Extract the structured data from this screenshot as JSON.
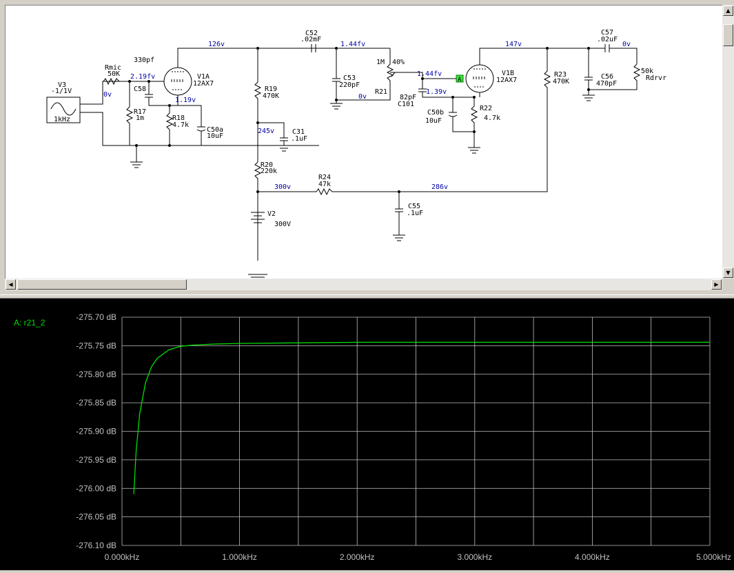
{
  "schematic": {
    "components": {
      "v3": {
        "name": "V3",
        "value": "-1/1V",
        "freq": "1kHz"
      },
      "rmic": {
        "name": "Rmic",
        "value": "50K"
      },
      "c_330": {
        "value": "330pf"
      },
      "c58": {
        "name": "C58"
      },
      "r17": {
        "name": "R17",
        "value": "1m"
      },
      "r18": {
        "name": "R18",
        "value": "4.7k"
      },
      "c50a": {
        "name": "C50a",
        "value": "10uF"
      },
      "v1a": {
        "name": "V1A",
        "type": "12AX7"
      },
      "r19": {
        "name": "R19",
        "value": "470K"
      },
      "c31": {
        "name": "C31",
        "value": ".1uF"
      },
      "r20": {
        "name": "R20",
        "value": "220k"
      },
      "v2": {
        "name": "V2",
        "value": "300V"
      },
      "c52": {
        "name": "C52",
        "value": ".02mF"
      },
      "c53": {
        "name": "C53",
        "value": "220pF"
      },
      "r21": {
        "name": "R21",
        "value": "1M",
        "wiper": "40%"
      },
      "c101": {
        "name": "C101",
        "value": "82pF"
      },
      "c50b": {
        "name": "C50b",
        "value": "10uF"
      },
      "r22": {
        "name": "R22",
        "value": "4.7k"
      },
      "v1b": {
        "name": "V1B",
        "type": "12AX7"
      },
      "r23": {
        "name": "R23",
        "value": "470K"
      },
      "r24": {
        "name": "R24",
        "value": "47k"
      },
      "c55": {
        "name": "C55",
        "value": ".1uF"
      },
      "c57": {
        "name": "C57",
        "value": ".02uF"
      },
      "c56": {
        "name": "C56",
        "value": "470pF"
      },
      "rdrvr": {
        "name": "Rdrvr",
        "value": "50k"
      }
    },
    "node_voltages": {
      "v3_out": "0v",
      "grid_v1a": "2.19fv",
      "plate_v1a": "126v",
      "cathode_v1a": "1.19v",
      "r19_r20": "245v",
      "supply": "300v",
      "c52_out": "1.44fv",
      "r21_low": "0v",
      "grid_v1b": "1.44fv",
      "cathode_v1b": "1.39v",
      "plate_v1b": "147v",
      "b_plus_2": "286v",
      "output": "0v"
    },
    "probe_label": "A"
  },
  "scope": {
    "trace_label": "A: r21_2",
    "y_ticks": [
      "-275.70 dB",
      "-275.75 dB",
      "-275.80 dB",
      "-275.85 dB",
      "-275.90 dB",
      "-275.95 dB",
      "-276.00 dB",
      "-276.05 dB",
      "-276.10 dB"
    ],
    "x_ticks": [
      "0.000kHz",
      "1.000kHz",
      "2.000kHz",
      "3.000kHz",
      "4.000kHz",
      "5.000kHz"
    ],
    "trace_color": "#00e000",
    "grid_color": "#c0c0c0"
  },
  "chart_data": {
    "type": "line",
    "title": "",
    "xlabel": "",
    "ylabel": "",
    "xlim": [
      0,
      5
    ],
    "ylim": [
      -276.1,
      -275.7
    ],
    "series": [
      {
        "name": "A: r21_2",
        "x": [
          0.1,
          0.12,
          0.15,
          0.2,
          0.25,
          0.3,
          0.4,
          0.5,
          0.6,
          0.8,
          1.0,
          1.5,
          2.0,
          3.0,
          4.0,
          5.0
        ],
        "y": [
          -276.01,
          -275.935,
          -275.87,
          -275.815,
          -275.787,
          -275.772,
          -275.757,
          -275.751,
          -275.749,
          -275.747,
          -275.746,
          -275.745,
          -275.744,
          -275.744,
          -275.744,
          -275.744
        ]
      }
    ]
  }
}
